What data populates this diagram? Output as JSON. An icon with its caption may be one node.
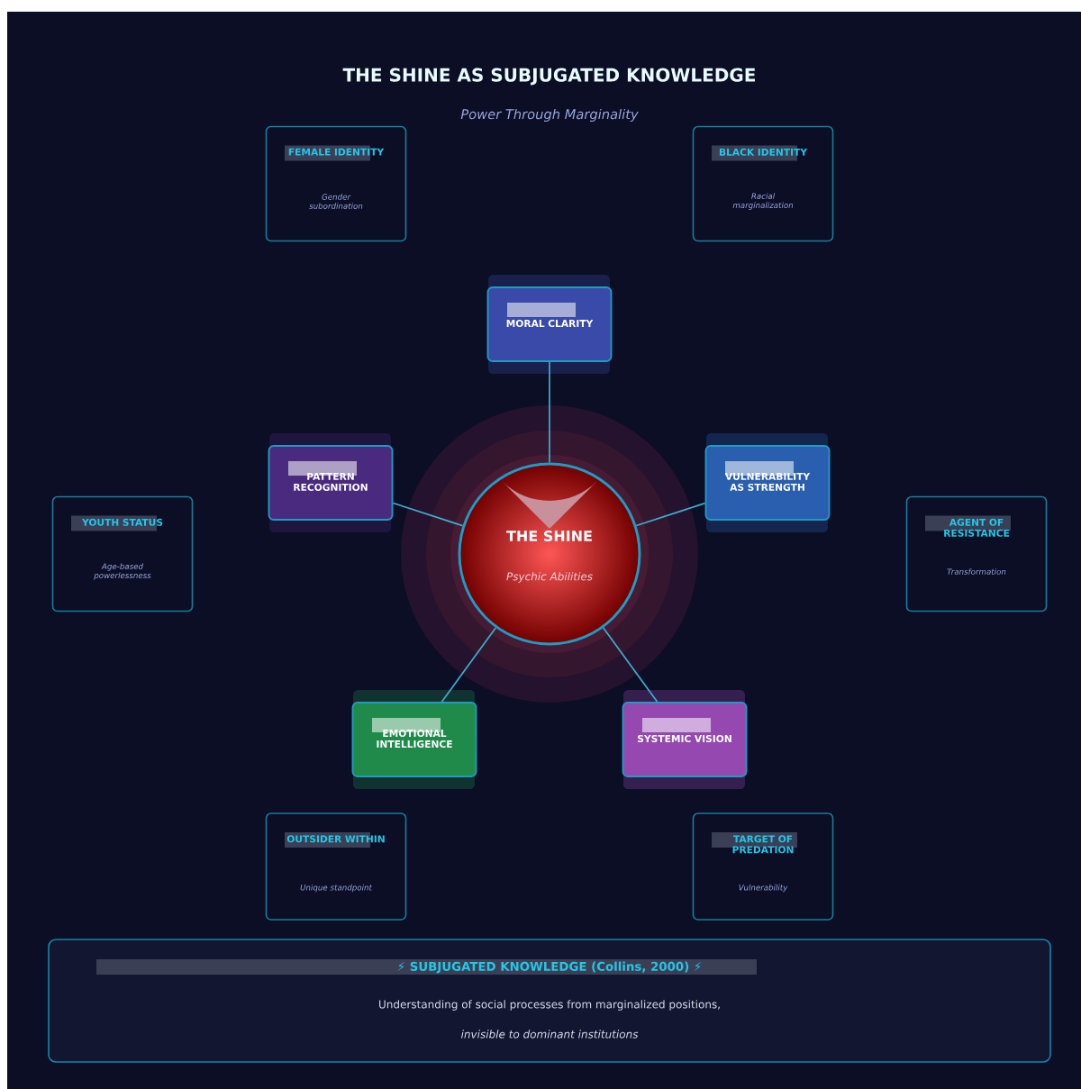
{
  "diagram": {
    "title": "THE SHINE AS SUBJUGATED KNOWLEDGE",
    "nodes": [
      {
        "text": [
          "THE SHINE",
          "Psychic Abilities"
        ]
      },
      {
        "text": [
          "MORAL CLARITY"
        ]
      },
      {
        "text": [
          "PATTERN RECOGNITION"
        ]
      },
      {
        "text": [
          "VULNERABILITY AS STRENGTH"
        ]
      },
      {
        "text": [
          "EMOTIONAL INTELLIGENCE"
        ]
      },
      {
        "text": [
          "SYSTEMIC VISION"
        ]
      },
      {
        "text": [
          "FEMALE IDENTITY",
          "Gender subordination"
        ]
      },
      {
        "text": [
          "BLACK IDENTITY",
          "Racial marginalization"
        ]
      },
      {
        "text": [
          "YOUTH STATUS",
          "Age-based powerlessness"
        ]
      },
      {
        "text": [
          "AGENT OF RESISTANCE",
          "Transformation"
        ]
      },
      {
        "text": [
          "OUTSIDER WITHIN",
          "Unique standpoint"
        ]
      },
      {
        "text": [
          "TARGET OF PREDATION",
          "Vulnerability"
        ]
      },
      {
        "text": [
          "⚡ SUBJUGATED KNOWLEDGE (Collins, 2000) ⚡",
          "Understanding of social processes from marginalized positions,",
          "invisible to dominant institutions"
        ]
      }
    ],
    "edges": [
      {
        "from": 0,
        "to": 1,
        "arrow": "none"
      },
      {
        "from": 0,
        "to": 2,
        "arrow": "none"
      },
      {
        "from": 0,
        "to": 3,
        "arrow": "none"
      },
      {
        "from": 0,
        "to": 4,
        "arrow": "none"
      },
      {
        "from": 0,
        "to": 5,
        "arrow": "none"
      }
    ],
    "labels": [
      "Power Through Marginality"
    ]
  }
}
